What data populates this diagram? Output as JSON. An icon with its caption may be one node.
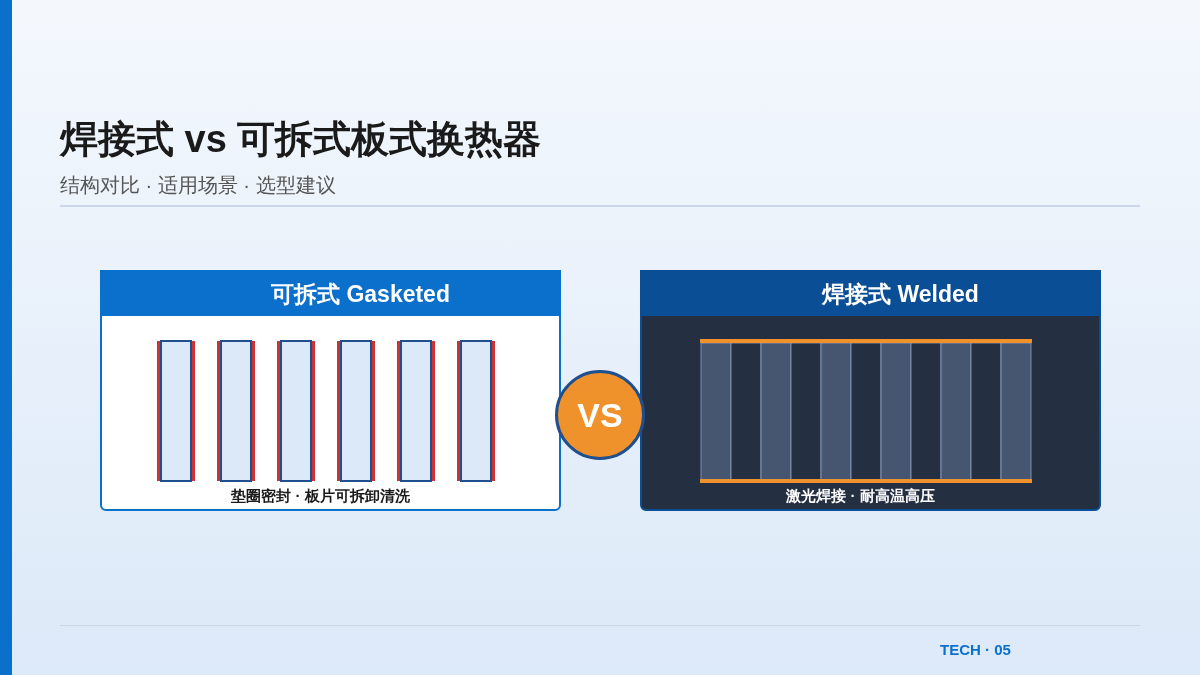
{
  "diagram": {
    "title": "焊接式 vs 可拆式板式换热器",
    "nodes": [
      {
        "text": [
          "可拆式 Gasketed",
          "垫圈密封 · 板片可拆卸清洗"
        ]
      },
      {
        "text": [
          "VS"
        ]
      },
      {
        "text": [
          "焊接式 Welded",
          "激光焊接 · 耐高温高压"
        ]
      }
    ],
    "labels": [
      "结构对比 · 适用场景 · 选型建议",
      "TECH · 05"
    ]
  }
}
